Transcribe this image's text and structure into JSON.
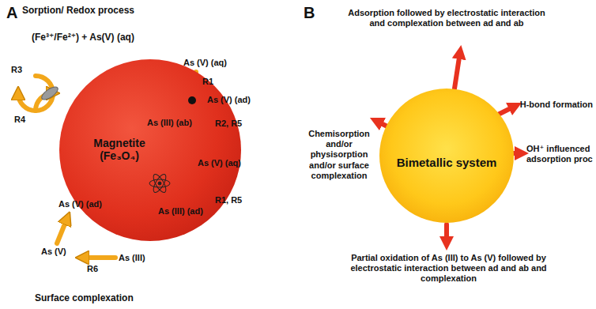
{
  "diagram": {
    "nodes": [
      {
        "text": [
          "Magnetite (Fe₃O₄)"
        ]
      },
      {
        "text": [
          "Bimetallic system"
        ]
      }
    ],
    "labels": [
      "A",
      "Sorption/ Redox process",
      "(Fe³⁺/Fe²⁺) + As(V) (aq)",
      "R3",
      "R4",
      "As (V) (aq)",
      "R1",
      "As (V) (ad)",
      "As (III) (ab)",
      "R2, R5",
      "As (V) (aq)",
      "R1, R5",
      "As (III) (ad)",
      "As (V) (ad)",
      "As (V)",
      "As (III)",
      "R6",
      "Surface complexation",
      "B",
      "Adsorption followed by electrostatic interaction and complexation between ad and ab",
      "H-bond formation",
      "OH⁺ influenced adsorption proc",
      "Chemisorption and/or physisorption and/or surface complexation",
      "Partial oxidation of As (III) to As (V) followed by electrostatic interaction between ad and ab and complexation"
    ]
  }
}
